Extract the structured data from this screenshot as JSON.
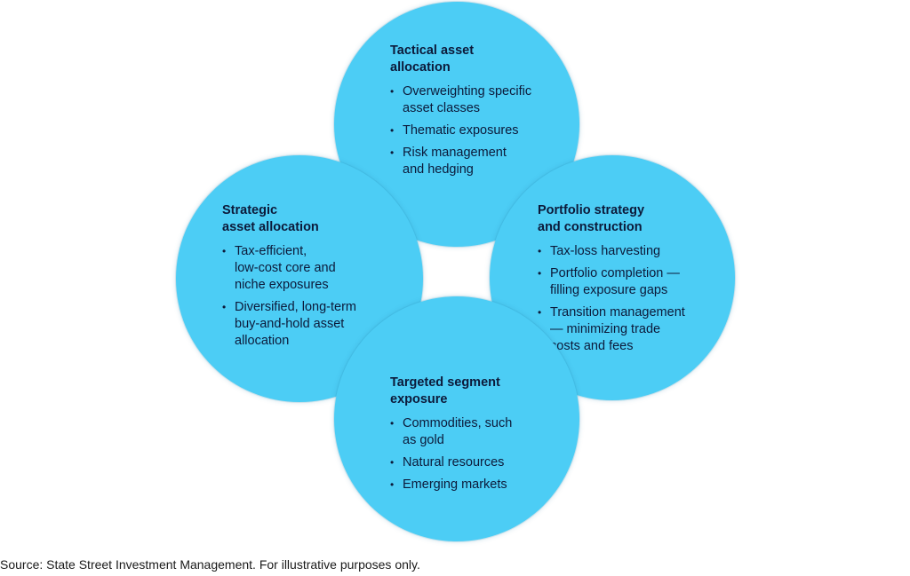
{
  "colors": {
    "circle_fill": "#4ccdf5",
    "text": "#0c1a3a"
  },
  "diagram": {
    "top": {
      "title_lines": [
        "Tactical asset",
        "allocation"
      ],
      "items": [
        [
          "Overweighting specific",
          "asset classes"
        ],
        [
          "Thematic exposures"
        ],
        [
          "Risk management",
          "and hedging"
        ]
      ]
    },
    "left": {
      "title_lines": [
        "Strategic",
        "asset allocation"
      ],
      "items": [
        [
          "Tax-efficient,",
          "low-cost core and",
          "niche exposures"
        ],
        [
          "Diversified, long-term",
          "buy-and-hold asset",
          "allocation"
        ]
      ]
    },
    "right": {
      "title_lines": [
        "Portfolio strategy",
        "and construction"
      ],
      "items": [
        [
          "Tax-loss harvesting"
        ],
        [
          "Portfolio completion —",
          "filling exposure gaps"
        ],
        [
          "Transition management",
          "— minimizing trade",
          "costs and fees"
        ]
      ]
    },
    "bottom": {
      "title_lines": [
        "Targeted segment",
        "exposure"
      ],
      "items": [
        [
          "Commodities, such",
          "as gold"
        ],
        [
          "Natural resources"
        ],
        [
          "Emerging markets"
        ]
      ]
    }
  },
  "source": "Source: State Street Investment Management. For illustrative purposes only."
}
